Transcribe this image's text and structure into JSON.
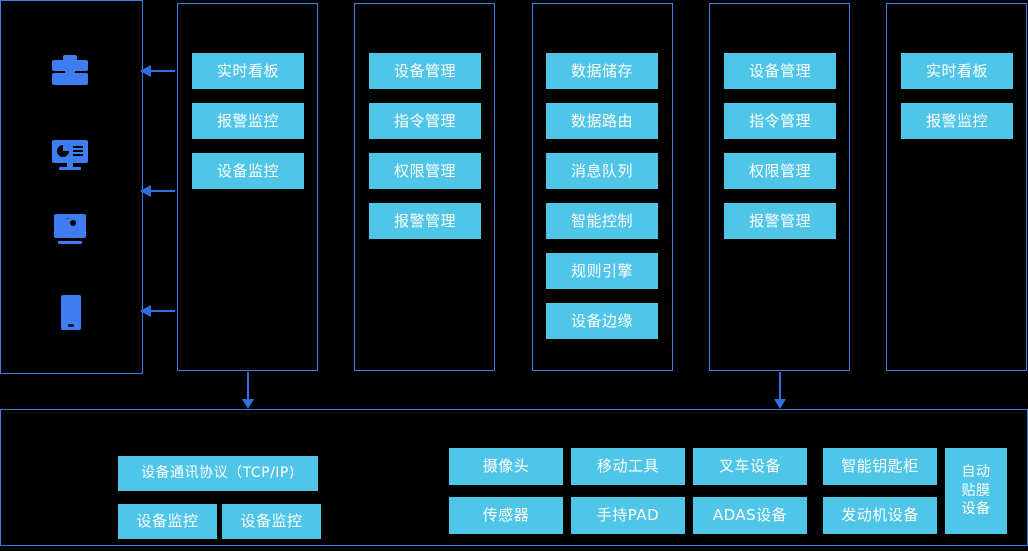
{
  "theme": {
    "background": "#000000",
    "panel_border": "#3d7fe0",
    "chip_fill": "#4fc5e8",
    "chip_text": "#ffffff",
    "arrow": "#2f6fe0",
    "icon": "#3f7ef0"
  },
  "columns": [
    {
      "id": "users-column",
      "icons": [
        {
          "name": "toolbox-icon",
          "label": "toolbox"
        },
        {
          "name": "desktop-monitor-icon",
          "label": "desktop-monitor"
        },
        {
          "name": "camera-icon",
          "label": "camera"
        },
        {
          "name": "mobile-phone-icon",
          "label": "mobile-phone"
        }
      ],
      "chips": []
    },
    {
      "id": "monitoring-column",
      "chips": [
        {
          "label": "实时看板"
        },
        {
          "label": "报警监控"
        },
        {
          "label": "设备监控"
        }
      ]
    },
    {
      "id": "management-column",
      "chips": [
        {
          "label": "设备管理"
        },
        {
          "label": "指令管理"
        },
        {
          "label": "权限管理"
        },
        {
          "label": "报警管理"
        }
      ]
    },
    {
      "id": "platform-column",
      "chips": [
        {
          "label": "数据储存"
        },
        {
          "label": "数据路由"
        },
        {
          "label": "消息队列"
        },
        {
          "label": "智能控制"
        },
        {
          "label": "规则引擎"
        },
        {
          "label": "设备边缘"
        }
      ]
    },
    {
      "id": "management-column-2",
      "chips": [
        {
          "label": "设备管理"
        },
        {
          "label": "指令管理"
        },
        {
          "label": "权限管理"
        },
        {
          "label": "报警管理"
        }
      ]
    },
    {
      "id": "monitoring-column-2",
      "chips": [
        {
          "label": "实时看板"
        },
        {
          "label": "报警监控"
        }
      ]
    }
  ],
  "bottom_panel": {
    "id": "device-layer",
    "protocol_group": {
      "protocol_label": "设备通讯协议（TCP/IP)",
      "sub_chips": [
        {
          "label": "设备监控"
        },
        {
          "label": "设备监控"
        }
      ]
    },
    "device_group": {
      "row_top": [
        {
          "label": "摄像头"
        },
        {
          "label": "移动工具"
        },
        {
          "label": "叉车设备"
        },
        {
          "label": "智能钥匙柜"
        }
      ],
      "row_bottom": [
        {
          "label": "传感器"
        },
        {
          "label": "手持PAD"
        },
        {
          "label": "ADAS设备"
        },
        {
          "label": "发动机设备"
        }
      ],
      "tall_chip": {
        "lines": [
          "自动",
          "贴膜",
          "设备"
        ]
      }
    }
  },
  "arrows": {
    "left_arrows": 3,
    "down_arrows": 2
  }
}
